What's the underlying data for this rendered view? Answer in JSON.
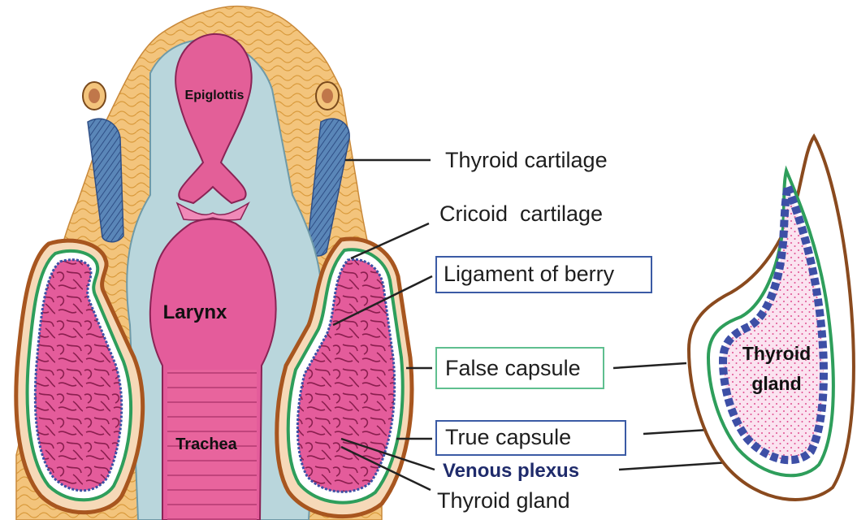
{
  "diagram": {
    "structures": {
      "epiglottis": "Epiglottis",
      "larynx": "Larynx",
      "trachea": "Trachea",
      "thyroid_gland_inset": [
        "Thyroid",
        "gland"
      ]
    },
    "labels": {
      "thyroid_cartilage": "Thyroid cartilage",
      "cricoid_cartilage": "Cricoid  cartilage",
      "ligament_of_berry": "Ligament of berry",
      "false_capsule": "False capsule",
      "true_capsule": "True capsule",
      "venous_plexus": "Venous plexus",
      "thyroid_gland": "Thyroid gland"
    },
    "box_colors": {
      "ligament_of_berry": "#3b5ba5",
      "false_capsule": "#5fbf8f",
      "true_capsule": "#3b5ba5"
    },
    "colors": {
      "false_capsule_outline": "#a8561f",
      "true_capsule_outline": "#2e9e5b",
      "venous_plexus": "#3d4fa6",
      "gland_tissue": "#e2609c",
      "airway": "#e35f98",
      "cartilage_blue": "#5a86b8",
      "fat_tissue": "#f2c27a"
    }
  }
}
